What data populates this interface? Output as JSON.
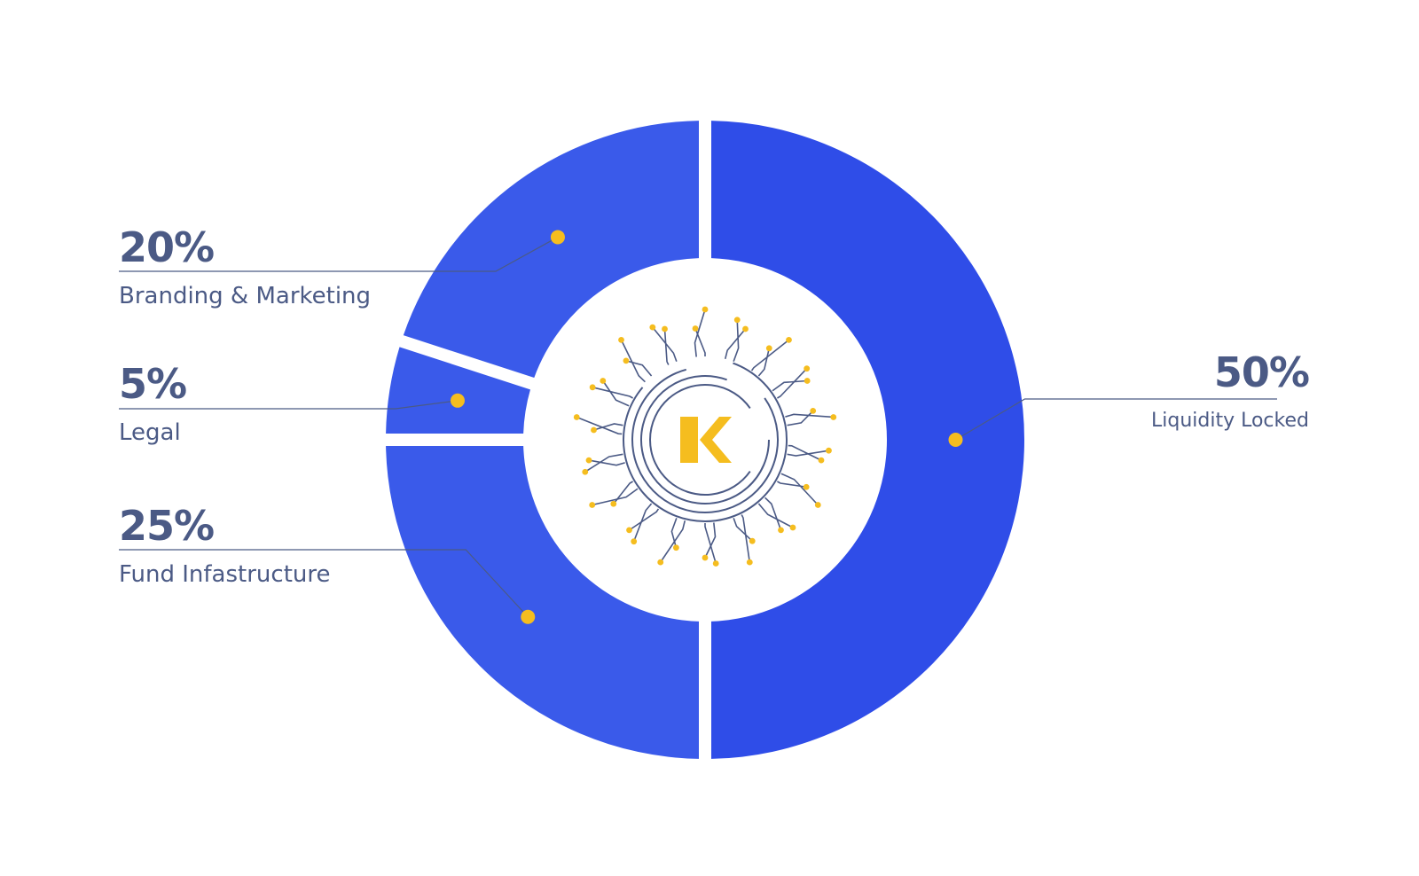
{
  "chart_data": {
    "type": "pie",
    "donut": true,
    "slices": [
      {
        "label": "Liquidity Locked",
        "value": 50,
        "pct_text": "50%",
        "color": "#2f4de8"
      },
      {
        "label": "Fund Infastructure",
        "value": 25,
        "pct_text": "25%",
        "color": "#3a5aea"
      },
      {
        "label": "Legal",
        "value": 5,
        "pct_text": "5%",
        "color": "#3a5aea"
      },
      {
        "label": "Branding & Marketing",
        "value": 20,
        "pct_text": "20%",
        "color": "#3a5aea"
      }
    ],
    "center_logo": "circuit-k-logo",
    "marker_color": "#f5bd1f",
    "leader_line_color": "#4b5a85"
  }
}
